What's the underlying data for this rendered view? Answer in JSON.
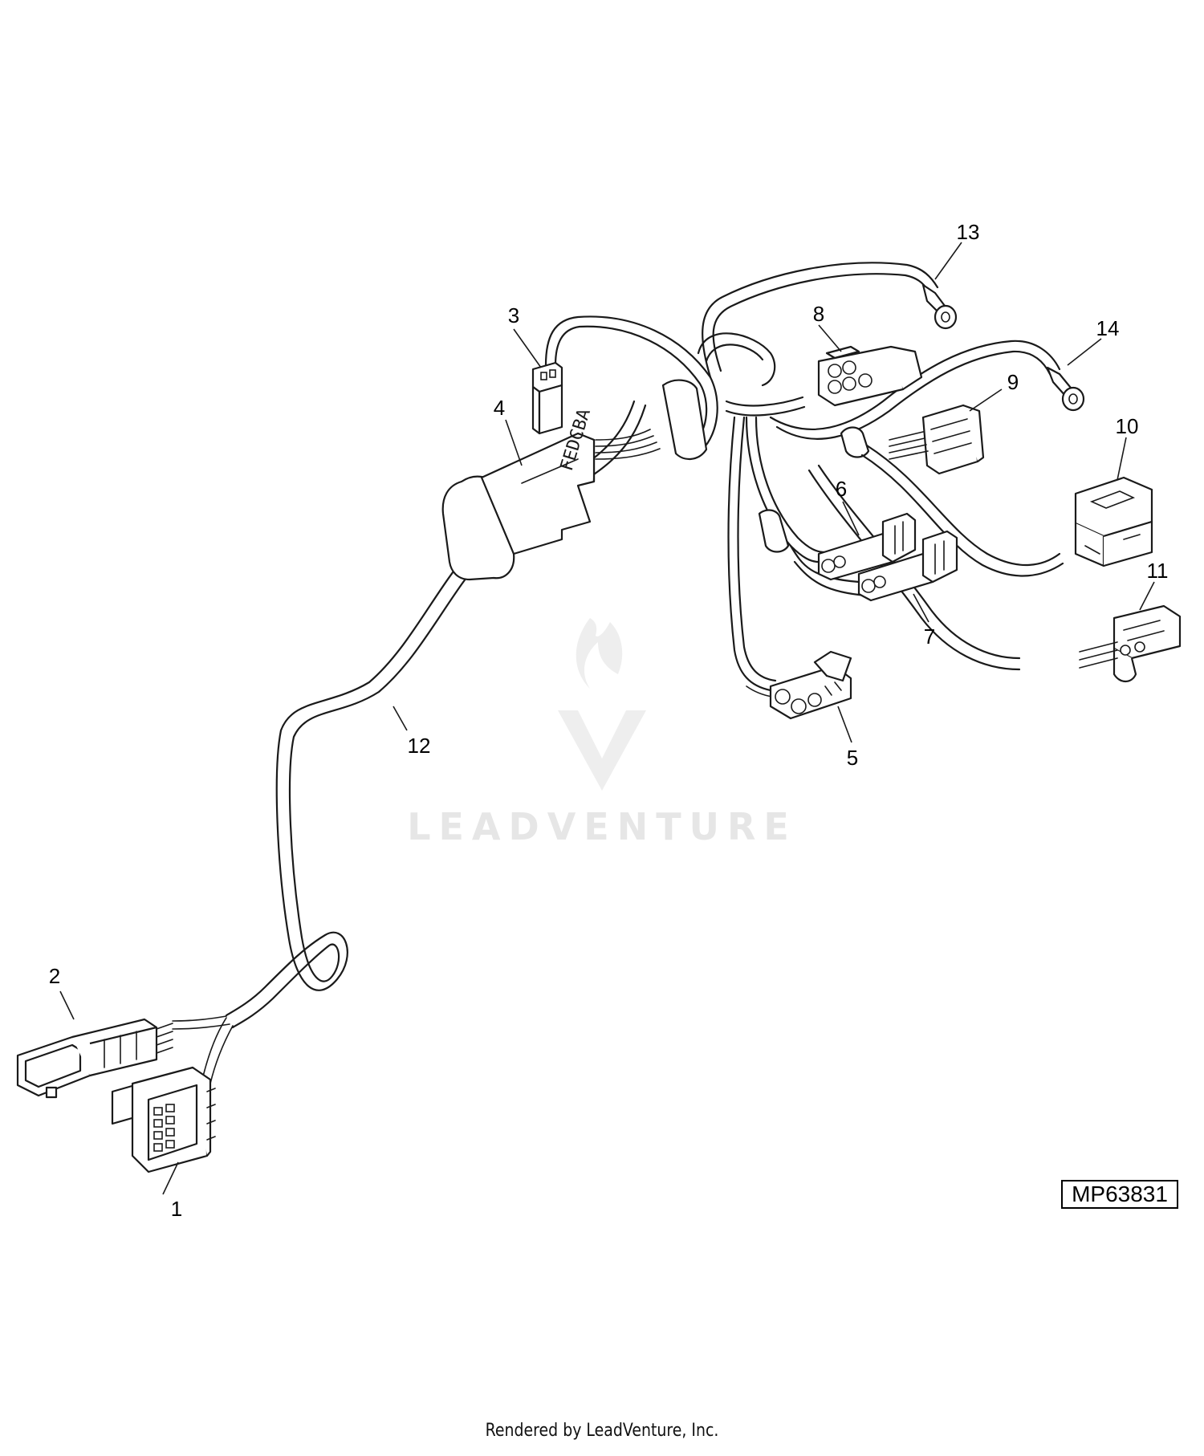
{
  "watermark": {
    "text": "LEADVENTURE",
    "color": "#e6e6e6"
  },
  "drawing_number": "MP63831",
  "footer": "Rendered by LeadVenture, Inc.",
  "component_marking": "FEDCBA",
  "callouts": [
    "1",
    "2",
    "3",
    "4",
    "5",
    "6",
    "7",
    "8",
    "9",
    "10",
    "11",
    "12",
    "13",
    "14"
  ],
  "colors": {
    "line": "#1a1a1a",
    "background": "#ffffff"
  }
}
